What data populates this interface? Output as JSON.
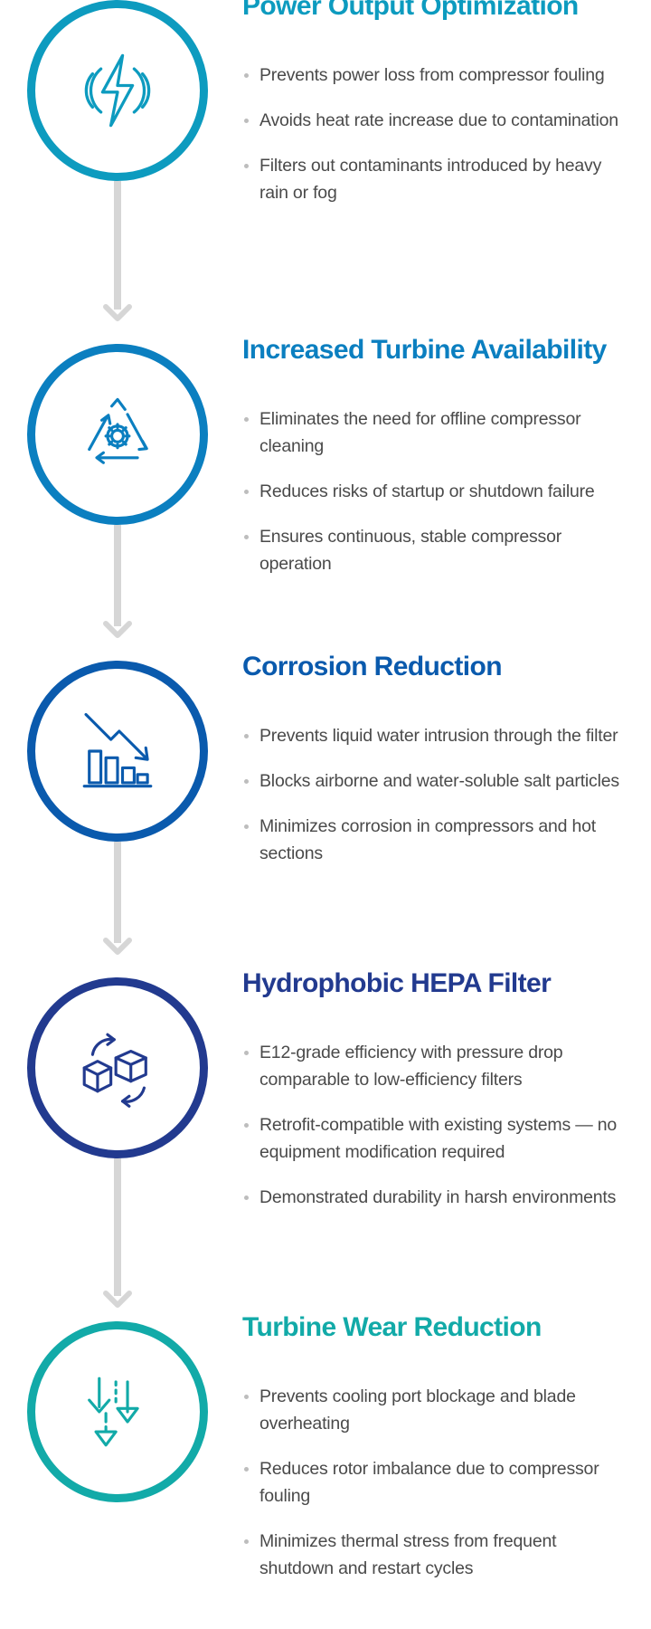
{
  "benefits": [
    {
      "title": "Power Output Optimization",
      "color": "#0d9bbf",
      "icon": "lightning-bolt-waves-icon",
      "bullets": [
        "Prevents power loss from compressor fouling",
        "Avoids heat rate increase due to contamination",
        "Filters out contaminants introduced by heavy rain or fog"
      ]
    },
    {
      "title": "Increased Turbine Availability",
      "color": "#0b7fc0",
      "icon": "gear-recycle-triangle-icon",
      "bullets": [
        "Eliminates the need for offline compressor cleaning",
        "Reduces risks of startup or shutdown failure",
        "Ensures continuous, stable compressor operation"
      ]
    },
    {
      "title": "Corrosion Reduction",
      "color": "#0a5aad",
      "icon": "declining-bar-chart-icon",
      "bullets": [
        "Prevents liquid water intrusion through the filter",
        "Blocks airborne and water-soluble salt particles",
        "Minimizes corrosion in compressors and hot sections"
      ]
    },
    {
      "title": "Hydrophobic HEPA Filter",
      "color": "#223a8f",
      "icon": "cubes-exchange-icon",
      "bullets": [
        "E12-grade efficiency with pressure drop comparable to low-efficiency filters",
        "Retrofit-compatible with existing systems — no equipment modification required",
        "Demonstrated durability in harsh environments"
      ]
    },
    {
      "title": "Turbine Wear Reduction",
      "color": "#12aaa8",
      "icon": "downward-arrows-icon",
      "bullets": [
        "Prevents cooling port blockage and blade overheating",
        "Reduces rotor imbalance due to compressor fouling",
        "Minimizes thermal stress from frequent shutdown and restart cycles"
      ]
    }
  ],
  "connector_color": "#d6d6d6"
}
